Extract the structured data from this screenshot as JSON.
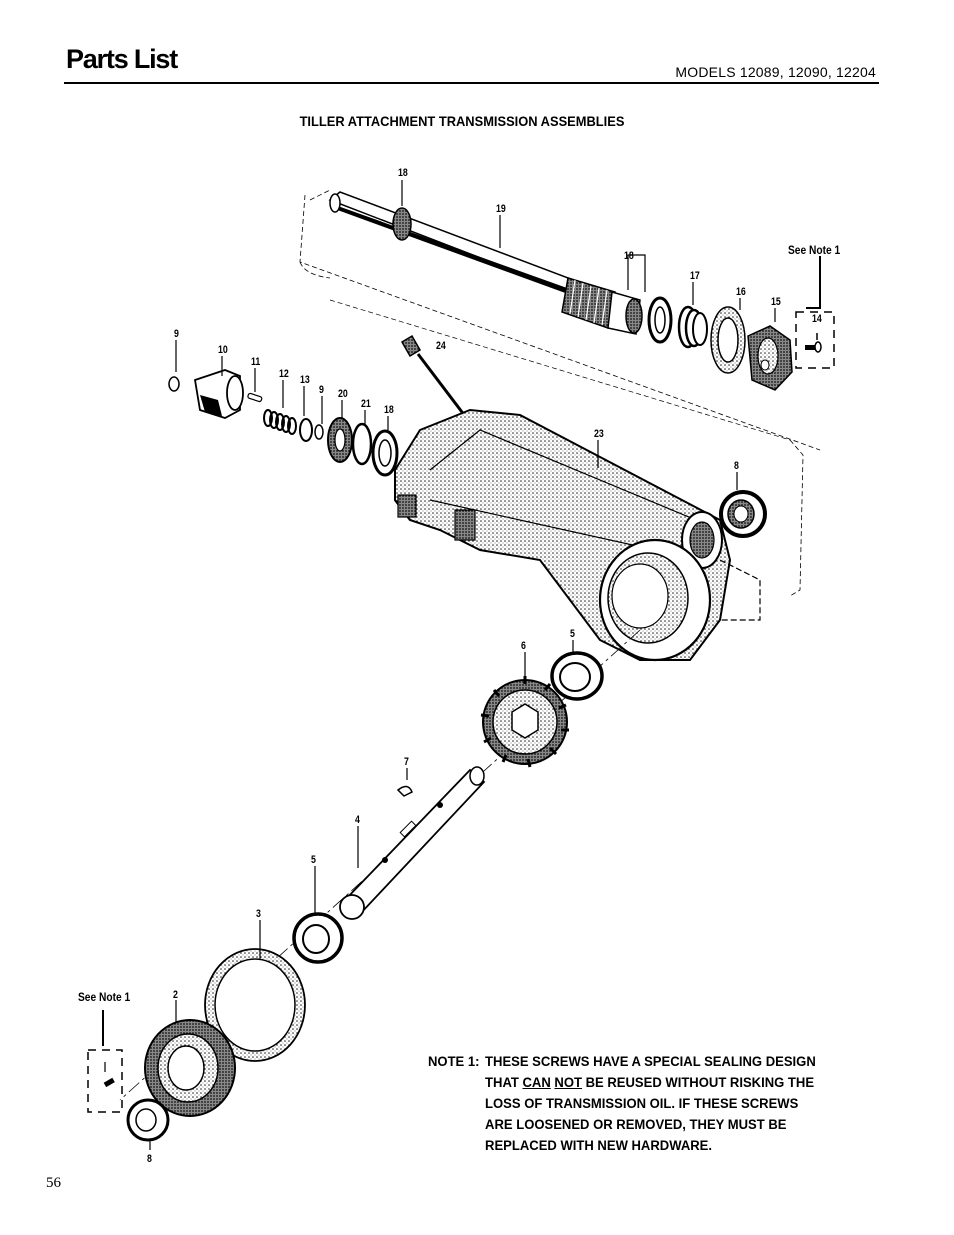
{
  "header": {
    "title": "Parts List",
    "models": "MODELS  12089, 12090, 12204"
  },
  "diagram": {
    "heading": "TILLER ATTACHMENT TRANSMISSION ASSEMBLIES",
    "see_note_top": "See Note 1",
    "see_note_bottom": "See Note 1",
    "part_numbers": {
      "p18a": "18",
      "p19": "19",
      "p18b": "18",
      "p17": "17",
      "p16": "16",
      "p15": "15",
      "p14": "14",
      "p9a": "9",
      "p10": "10",
      "p11": "11",
      "p12": "12",
      "p13": "13",
      "p9b": "9",
      "p20": "20",
      "p21": "21",
      "p18c": "18",
      "p24": "24",
      "p23": "23",
      "p8a": "8",
      "p6": "6",
      "p5a": "5",
      "p7": "7",
      "p4": "4",
      "p5b": "5",
      "p3": "3",
      "p2": "2",
      "p8b": "8"
    }
  },
  "note1": {
    "prefix": "NOTE 1:",
    "line1": "THESE SCREWS HAVE A SPECIAL SEALING DESIGN",
    "line2_pre": "THAT ",
    "line2_can": "CAN",
    "line2_not": "NOT",
    "line2_post": " BE REUSED WITHOUT RISKING THE",
    "line3": "LOSS OF TRANSMISSION OIL.  IF THESE SCREWS",
    "line4": "ARE LOOSENED OR REMOVED, THEY MUST BE",
    "line5": "REPLACED WITH NEW HARDWARE."
  },
  "footer": {
    "page_number": "56"
  }
}
